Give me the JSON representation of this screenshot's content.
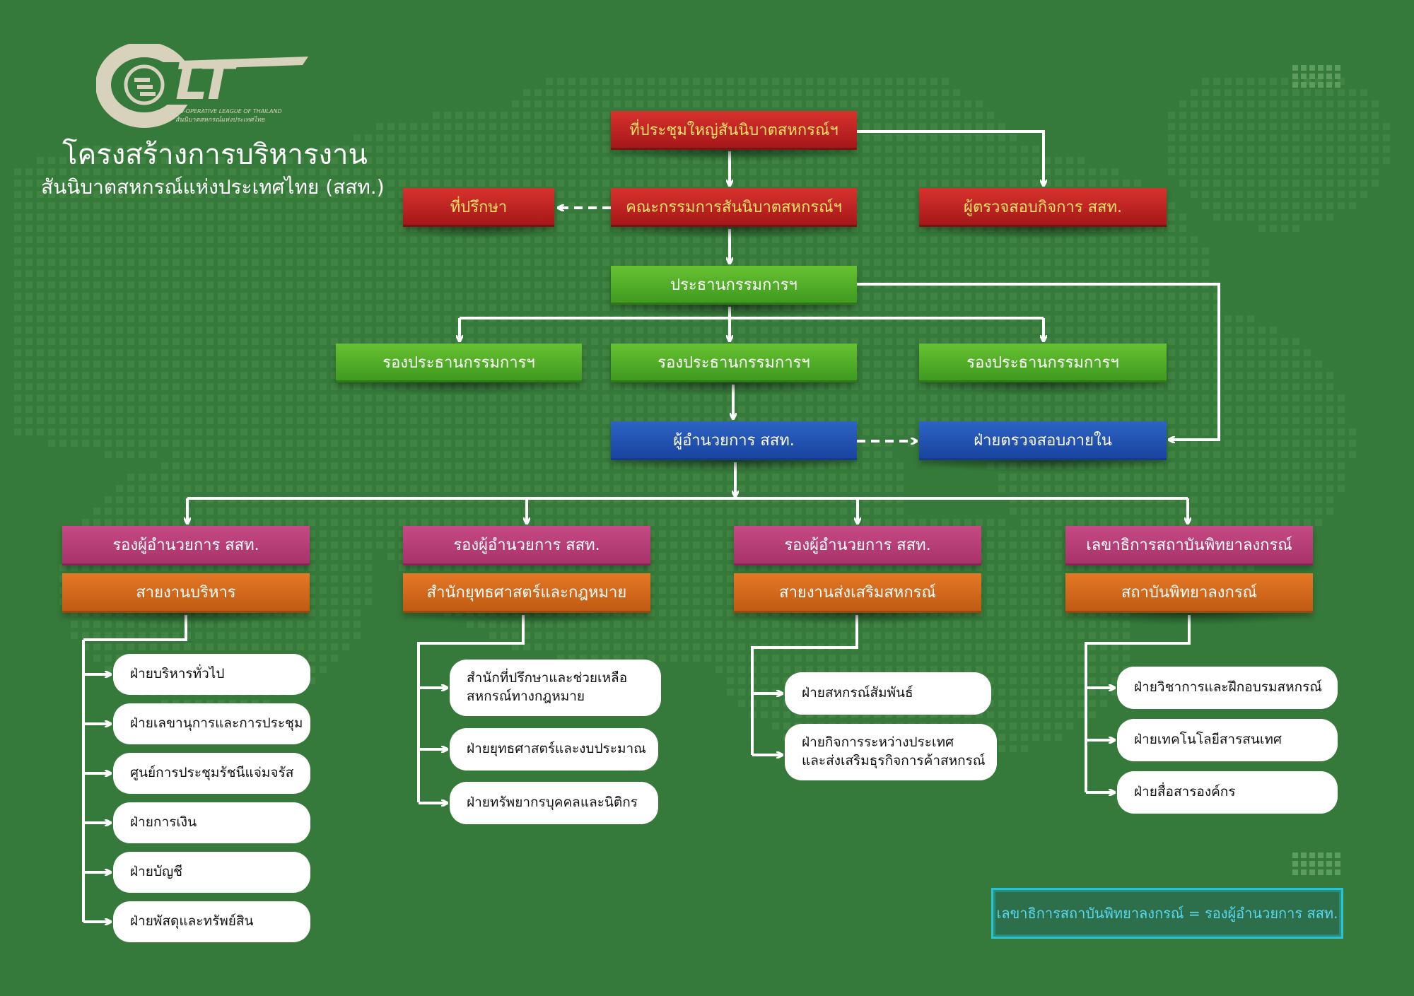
{
  "header": {
    "logo_text": "CLT",
    "logo_subtitle_en": "CO-OPERATIVE LEAGUE OF THAILAND",
    "logo_subtitle_th": "สันนิบาตสหกรณ์แห่งประเทศไทย",
    "title_line1": "โครงสร้างการบริหารงาน",
    "title_line2": "สันนิบาตสหกรณ์แห่งประเทศไทย (สสท.)"
  },
  "top": {
    "general_assembly": "ที่ประชุมใหญ่สันนิบาตสหกรณ์ฯ",
    "board": "คณะกรรมการสันนิบาตสหกรณ์ฯ",
    "advisor": "ที่ปรึกษา",
    "auditor": "ผู้ตรวจสอบกิจการ สสท."
  },
  "chairman": "ประธานกรรมการฯ",
  "vice_chairmen": [
    "รองประธานกรรมการฯ",
    "รองประธานกรรมการฯ",
    "รองประธานกรรมการฯ"
  ],
  "director": "ผู้อำนวยการ สสท.",
  "internal_audit": "ฝ่ายตรวจสอบภายใน",
  "branches": [
    {
      "head": "รองผู้อำนวยการ สสท.",
      "line": "สายงานบริหาร",
      "units": [
        "ฝ่ายบริหารทั่วไป",
        "ฝ่ายเลขานุการและการประชุม",
        "ศูนย์การประชุมรัชนีแจ่มจรัส",
        "ฝ่ายการเงิน",
        "ฝ่ายบัญชี",
        "ฝ่ายพัสดุและทรัพย์สิน"
      ]
    },
    {
      "head": "รองผู้อำนวยการ สสท.",
      "line": "สำนักยุทธศาสตร์และกฎหมาย",
      "units": [
        "สำนักที่ปรึกษาและช่วยเหลือ\nสหกรณ์ทางกฎหมาย",
        "ฝ่ายยุทธศาสตร์และงบประมาณ",
        "ฝ่ายทรัพยากรบุคคลและนิติกร"
      ]
    },
    {
      "head": "รองผู้อำนวยการ สสท.",
      "line": "สายงานส่งเสริมสหกรณ์",
      "units": [
        "ฝ่ายสหกรณ์สัมพันธ์",
        "ฝ่ายกิจการระหว่างประเทศ\nและส่งเสริมธุรกิจการค้าสหกรณ์"
      ]
    },
    {
      "head": "เลขาธิการสถาบันพิทยาลงกรณ์",
      "line": "สถาบันพิทยาลงกรณ์",
      "units": [
        "ฝ่ายวิชาการและฝึกอบรมสหกรณ์",
        "ฝ่ายเทคโนโลยีสารสนเทศ",
        "ฝ่ายสื่อสารองค์กร"
      ]
    }
  ],
  "note": "เลขาธิการสถาบันพิทยาลงกรณ์ = รองผู้อำนวยการ สสท.",
  "colors": {
    "background": "#357a3a",
    "red": "#c82a26",
    "green": "#55b12a",
    "blue": "#2453b2",
    "pink": "#b83f77",
    "orange": "#d4681c",
    "note_border": "#27c4d4"
  }
}
